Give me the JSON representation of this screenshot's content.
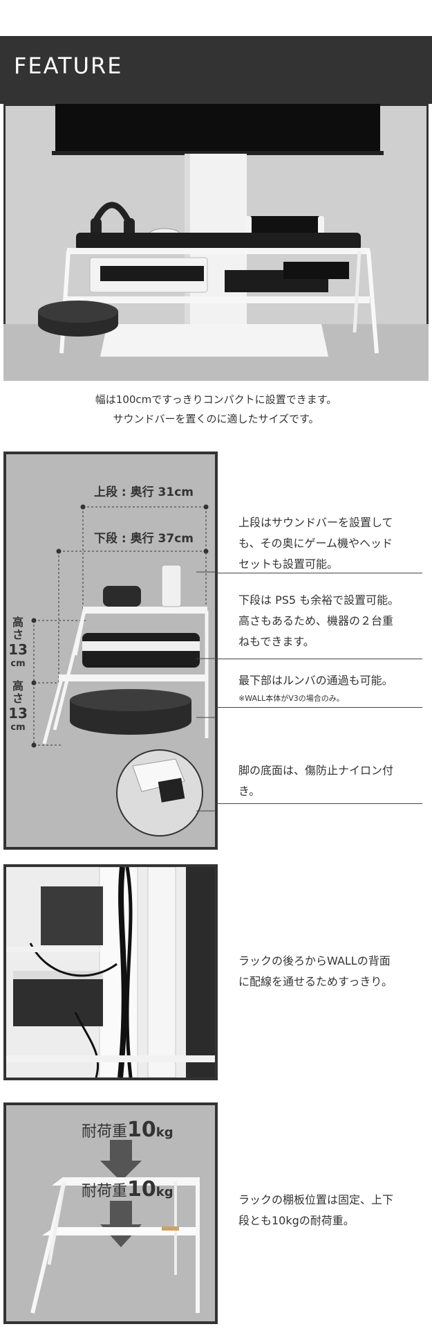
{
  "header": {
    "title": "FEATURE"
  },
  "section1": {
    "caption_line1": "幅は100cmですっきりコンパクトに設置できます。",
    "caption_line2": "サウンドバーを置くのに適したサイズです。"
  },
  "section2": {
    "upper_depth_label": "上段 : 奥行 31cm",
    "lower_depth_label": "下段 : 奥行 37cm",
    "height_top": {
      "word": "高さ",
      "value": "13",
      "unit": "cm"
    },
    "height_bottom": {
      "word": "高さ",
      "value": "13",
      "unit": "cm"
    },
    "text1_l1": "上段はサウンドバーを設置して",
    "text1_l2": "も、その奥にゲーム機やヘッド",
    "text1_l3": "セットも設置可能。",
    "text2_l1": "下段は PS5 も余裕で設置可能。",
    "text2_l2": "高さもあるため、機器の２台重",
    "text2_l3": "ねもできます。",
    "text3_l1": "最下部はルンバの通過も可能。",
    "text3_note": "※WALL本体がV3の場合のみ。",
    "text4_l1": "脚の底面は、傷防止ナイロン付",
    "text4_l2": "き。"
  },
  "section3": {
    "text_l1": "ラックの後ろからWALLの背面",
    "text_l2": "に配線を通せるためすっきり。"
  },
  "section4": {
    "load_label": "耐荷重",
    "load_value": "10",
    "load_unit": "kg",
    "text_l1": "ラックの棚板位置は固定、上下",
    "text_l2": "段とも10kgの耐荷重。"
  },
  "colors": {
    "dark": "#333333",
    "panel_gray": "#b9b9b9",
    "white": "#ffffff"
  }
}
